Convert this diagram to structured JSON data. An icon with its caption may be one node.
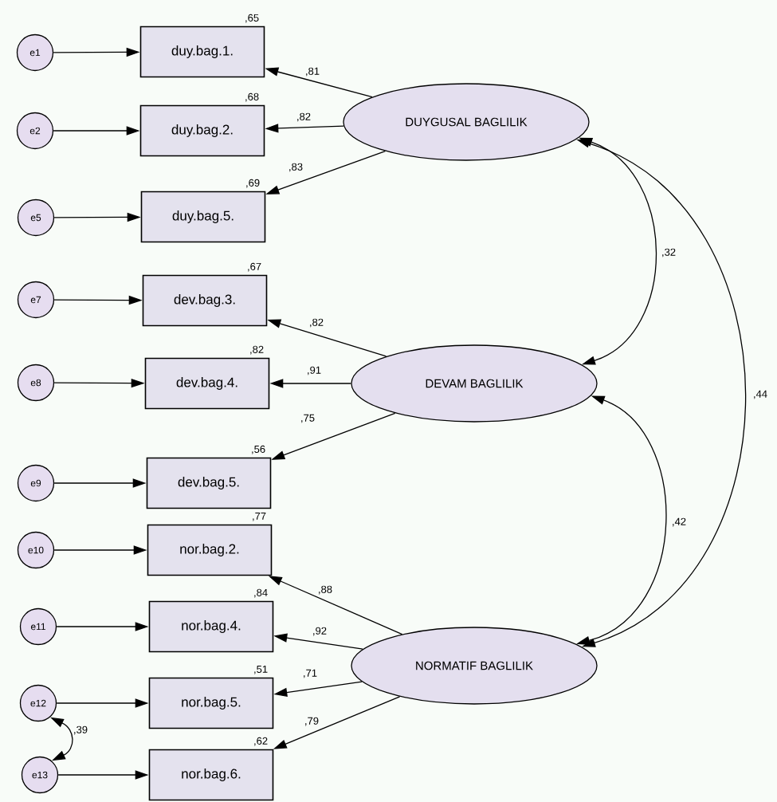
{
  "diagram": {
    "nodes": [
      {
        "text": [
          "e1"
        ]
      },
      {
        "text": [
          "duy.bag.1."
        ],
        "beside": [
          ",65"
        ]
      },
      {
        "text": [
          "DUYGUSAL BAGLILIK"
        ]
      },
      {
        "text": [
          "e2"
        ]
      },
      {
        "text": [
          "duy.bag.2."
        ],
        "beside": [
          ",68"
        ]
      },
      {
        "text": [
          "e5"
        ]
      },
      {
        "text": [
          "duy.bag.5."
        ],
        "beside": [
          ",69"
        ]
      },
      {
        "text": [
          "e7"
        ]
      },
      {
        "text": [
          "dev.bag.3."
        ],
        "beside": [
          ",67"
        ]
      },
      {
        "text": [
          "e8"
        ]
      },
      {
        "text": [
          "dev.bag.4."
        ],
        "beside": [
          ",82"
        ]
      },
      {
        "text": [
          "DEVAM BAGLILIK"
        ]
      },
      {
        "text": [
          "e9"
        ]
      },
      {
        "text": [
          "dev.bag.5."
        ],
        "beside": [
          ",56"
        ]
      },
      {
        "text": [
          "e10"
        ]
      },
      {
        "text": [
          "nor.bag.2."
        ],
        "beside": [
          ",77"
        ]
      },
      {
        "text": [
          "e11"
        ]
      },
      {
        "text": [
          "nor.bag.4."
        ],
        "beside": [
          ",84"
        ]
      },
      {
        "text": [
          "NORMATIF BAGLILIK"
        ]
      },
      {
        "text": [
          "e12"
        ]
      },
      {
        "text": [
          "nor.bag.5."
        ],
        "beside": [
          ",51"
        ]
      },
      {
        "text": [
          "e13"
        ]
      },
      {
        "text": [
          "nor.bag.6."
        ],
        "beside": [
          ",62"
        ]
      }
    ],
    "edges": [
      {
        "from": 0,
        "to": 1,
        "arrow": "to"
      },
      {
        "from": 3,
        "to": 4,
        "arrow": "to"
      },
      {
        "from": 5,
        "to": 6,
        "arrow": "to"
      },
      {
        "from": 7,
        "to": 8,
        "arrow": "to"
      },
      {
        "from": 9,
        "to": 10,
        "arrow": "to"
      },
      {
        "from": 12,
        "to": 13,
        "arrow": "to"
      },
      {
        "from": 14,
        "to": 15,
        "arrow": "to"
      },
      {
        "from": 16,
        "to": 17,
        "arrow": "to"
      },
      {
        "from": 19,
        "to": 20,
        "arrow": "to"
      },
      {
        "from": 21,
        "to": 22,
        "arrow": "to"
      },
      {
        "from": 2,
        "to": 1,
        "arrow": "to",
        "label": ",81"
      },
      {
        "from": 2,
        "to": 4,
        "arrow": "to",
        "label": ",82"
      },
      {
        "from": 2,
        "to": 6,
        "arrow": "to",
        "label": ",83"
      },
      {
        "from": 11,
        "to": 8,
        "arrow": "to",
        "label": ",82"
      },
      {
        "from": 11,
        "to": 10,
        "arrow": "to",
        "label": ",91"
      },
      {
        "from": 11,
        "to": 13,
        "arrow": "to",
        "label": ",75"
      },
      {
        "from": 18,
        "to": 15,
        "arrow": "to",
        "label": ",88"
      },
      {
        "from": 18,
        "to": 17,
        "arrow": "to",
        "label": ",92"
      },
      {
        "from": 18,
        "to": 20,
        "arrow": "to",
        "label": ",71"
      },
      {
        "from": 18,
        "to": 22,
        "arrow": "to",
        "label": ",79"
      },
      {
        "from": 2,
        "to": 11,
        "arrow": "both",
        "label": ",32"
      },
      {
        "from": 11,
        "to": 18,
        "arrow": "both",
        "label": ",42"
      },
      {
        "from": 2,
        "to": 18,
        "arrow": "both",
        "label": ",44"
      },
      {
        "from": 19,
        "to": 21,
        "arrow": "both",
        "label": ",39"
      }
    ]
  }
}
